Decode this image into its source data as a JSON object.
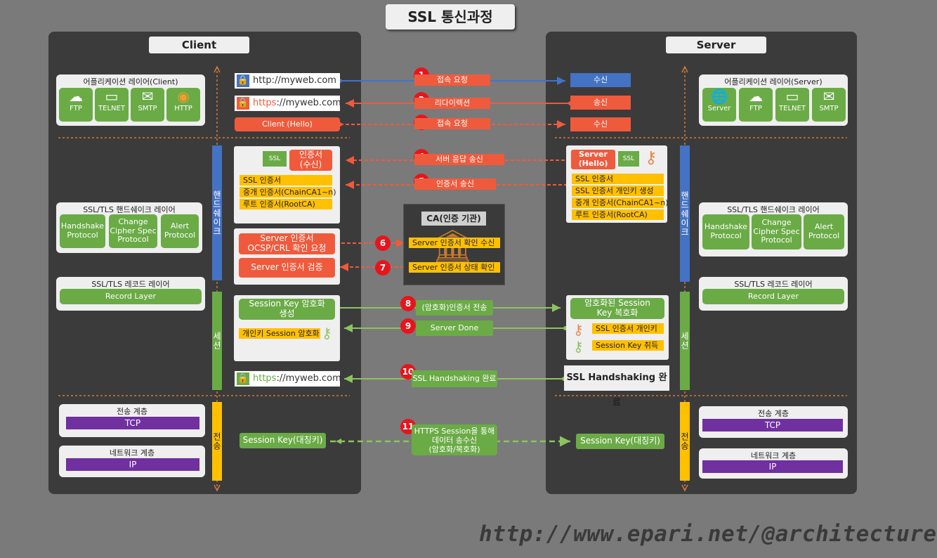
{
  "title": "SSL 통신과정",
  "client": {
    "title": "Client",
    "app_layer": {
      "title": "어플리케이션 레이어(Client)",
      "icons": [
        {
          "label": "FTP",
          "icon": "cloud-ftp-icon"
        },
        {
          "label": "TELNET",
          "icon": "terminal-icon"
        },
        {
          "label": "SMTP",
          "icon": "mail-icon"
        },
        {
          "label": "HTTP",
          "icon": "browser-icon"
        }
      ]
    },
    "handshake_layer": {
      "title": "SSL/TLS 핸드쉐이크 레이어",
      "items": [
        "Handshake Protocol",
        "Change Cipher Spec Protocol",
        "Alert Protocol"
      ]
    },
    "record_layer": {
      "title": "SSL/TLS 레코드 레이어",
      "item": "Record Layer"
    },
    "transport": {
      "title": "전송 계층",
      "item": "TCP"
    },
    "network": {
      "title": "네트워크 계층",
      "item": "IP"
    },
    "bars": {
      "handshake": "핸드쉐이크",
      "session": "세션",
      "transfer": "전송"
    },
    "url_http": "http://myweb.com",
    "url_https_scheme": "https",
    "url_https_rest": "://myweb.com",
    "hello": "Client (Hello)",
    "cert_recv": "인증서\n(수신)",
    "certs": [
      "SSL 인증서",
      "중개 인증서(ChainCA1~n)",
      "루트 인증서(RootCA)"
    ],
    "ocsp": "Server 인증서\nOCSP/CRL 확인 요청",
    "verify": "Server 인증서 검증",
    "session_gen": "Session Key 암호화\n생성",
    "private_enc": "개인키 Session 암호화",
    "session_key": "Session Key(대칭키)"
  },
  "server": {
    "title": "Server",
    "app_layer": {
      "title": "어플리케이션 레이어(Server)",
      "icons": [
        {
          "label": "Server",
          "icon": "www-icon"
        },
        {
          "label": "FTP",
          "icon": "cloud-ftp-icon"
        },
        {
          "label": "TELNET",
          "icon": "terminal-icon"
        },
        {
          "label": "SMTP",
          "icon": "mail-icon"
        }
      ]
    },
    "handshake_layer": {
      "title": "SSL/TLS 핸드쉐이크 레이어",
      "items": [
        "Handshake Protocol",
        "Change Cipher Spec Protocol",
        "Alert Protocol"
      ]
    },
    "record_layer": {
      "title": "SSL/TLS 레코드 레이어",
      "item": "Record Layer"
    },
    "transport": {
      "title": "전송 계층",
      "item": "TCP"
    },
    "network": {
      "title": "네트워크 계층",
      "item": "IP"
    },
    "bars": {
      "handshake": "핸드쉐이크",
      "session": "세션",
      "transfer": "전송"
    },
    "recv1": "수신",
    "send": "송신",
    "recv2": "수신",
    "hello": "Server\n(Hello)",
    "certs": [
      "SSL 인증서",
      "SSL 인증서 개인키 생성",
      "중개 인증서(ChainCA1~n)",
      "루트 인증서(RootCA)"
    ],
    "decrypt": "암호화된 Session\nKey 복호화",
    "ssl_priv": "SSL 인증서 개인키",
    "get_key": "Session Key 취득",
    "done": "SSL Handshaking 완료",
    "session_key": "Session Key(대칭키)"
  },
  "ca": {
    "title": "CA(인증 기관)",
    "items": [
      "Server 인증서 확인 수신",
      "Server 인증서 상태 확인"
    ]
  },
  "steps": [
    {
      "num": "1",
      "label": "접속 요청"
    },
    {
      "num": "2",
      "label": "리다이렉션"
    },
    {
      "num": "3",
      "label": "접속 요청"
    },
    {
      "num": "4",
      "label": "서버 응답 송신"
    },
    {
      "num": "5",
      "label": "인증서 송신"
    },
    {
      "num": "6",
      "label": ""
    },
    {
      "num": "7",
      "label": ""
    },
    {
      "num": "8",
      "label": "(암호화)인증서 전송"
    },
    {
      "num": "9",
      "label": "Server Done"
    },
    {
      "num": "10",
      "label": "SSL Handshaking 완료"
    },
    {
      "num": "11",
      "label": "HTTPS Session을 통해\n데이터 송수신\n(암호화/복호화)"
    }
  ],
  "ssl_tag": "SSL",
  "watermark": "http://www.epari.net/@architecture",
  "colors": {
    "bg": "#7a7a7a",
    "panel": "#3b3b3b",
    "green": "#6aab46",
    "red": "#f05a3c",
    "yellow": "#ffc000",
    "blue": "#4472c4",
    "purple": "#7030a0",
    "step": "#e8141c"
  }
}
